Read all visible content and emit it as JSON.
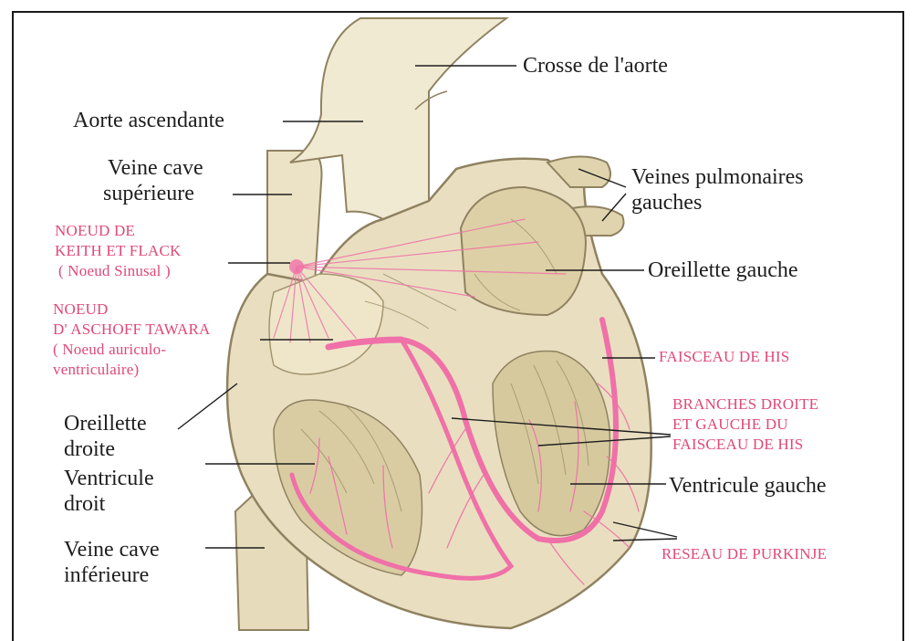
{
  "colors": {
    "ink": "#1e1e1e",
    "conduction_pink": "#f070a8",
    "label_pink": "#e04878",
    "tissue": "#e9dfc0",
    "tissue_dark": "#8f8260"
  },
  "labels": {
    "crosse_aorte": "Crosse de l'aorte",
    "aorte_ascendante": "Aorte ascendante",
    "veine_cave_sup_1": "Veine cave",
    "veine_cave_sup_2": "supérieure",
    "veines_pulm_1": "Veines pulmonaires",
    "veines_pulm_2": "gauches",
    "oreillette_gauche": "Oreillette gauche",
    "oreillette_droite_1": "Oreillette",
    "oreillette_droite_2": "droite",
    "ventricule_droit_1": "Ventricule",
    "ventricule_droit_2": "droit",
    "veine_cave_inf_1": "Veine cave",
    "veine_cave_inf_2": "inférieure",
    "ventricule_gauche": "Ventricule gauche"
  },
  "conduction_labels": {
    "noeud_keith_1": "NOEUD DE",
    "noeud_keith_2": "KEITH ET FLACK",
    "noeud_keith_3": "( Noeud Sinusal )",
    "noeud_aschoff_1": "NOEUD",
    "noeud_aschoff_2": "D' ASCHOFF TAWARA",
    "noeud_aschoff_3": "( Noeud auriculo-",
    "noeud_aschoff_4": "ventriculaire)",
    "faisceau_his": "FAISCEAU DE HIS",
    "branches_1": "BRANCHES DROITE",
    "branches_2": "ET GAUCHE DU",
    "branches_3": "FAISCEAU DE HIS",
    "purkinje": "RESEAU DE PURKINJE"
  }
}
